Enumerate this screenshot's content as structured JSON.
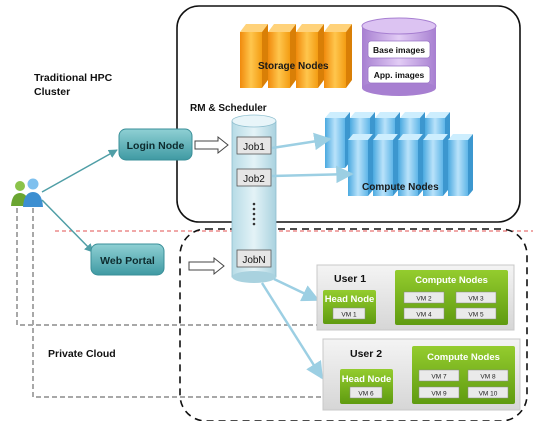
{
  "labels": {
    "traditional_line1": "Traditional HPC",
    "traditional_line2": "Cluster",
    "private_cloud": "Private Cloud",
    "rm_scheduler": "RM & Scheduler",
    "login_node": "Login Node",
    "web_portal": "Web Portal",
    "storage_nodes": "Storage Nodes",
    "base_images": "Base images",
    "app_images": "App. images",
    "compute_nodes": "Compute Nodes"
  },
  "jobs": [
    "Job1",
    "Job2",
    "JobN"
  ],
  "users": [
    {
      "title": "User 1",
      "head_node": "Head Node",
      "head_vm": "VM 1",
      "compute_title": "Compute Nodes",
      "vms": [
        "VM 2",
        "VM 3",
        "VM 4",
        "VM 5"
      ]
    },
    {
      "title": "User 2",
      "head_node": "Head Node",
      "head_vm": "VM 6",
      "compute_title": "Compute Nodes",
      "vms": [
        "VM 7",
        "VM 8",
        "VM 9",
        "VM 10"
      ]
    }
  ],
  "colors": {
    "teal_node": "#5fb3b9",
    "scheduler": "#cfe6ee",
    "storage": "#f5a623",
    "images": "#c9a6e6",
    "compute_blue": "#6ec3ef",
    "green": "#7dbb1e",
    "red_divider": "#e05050"
  }
}
